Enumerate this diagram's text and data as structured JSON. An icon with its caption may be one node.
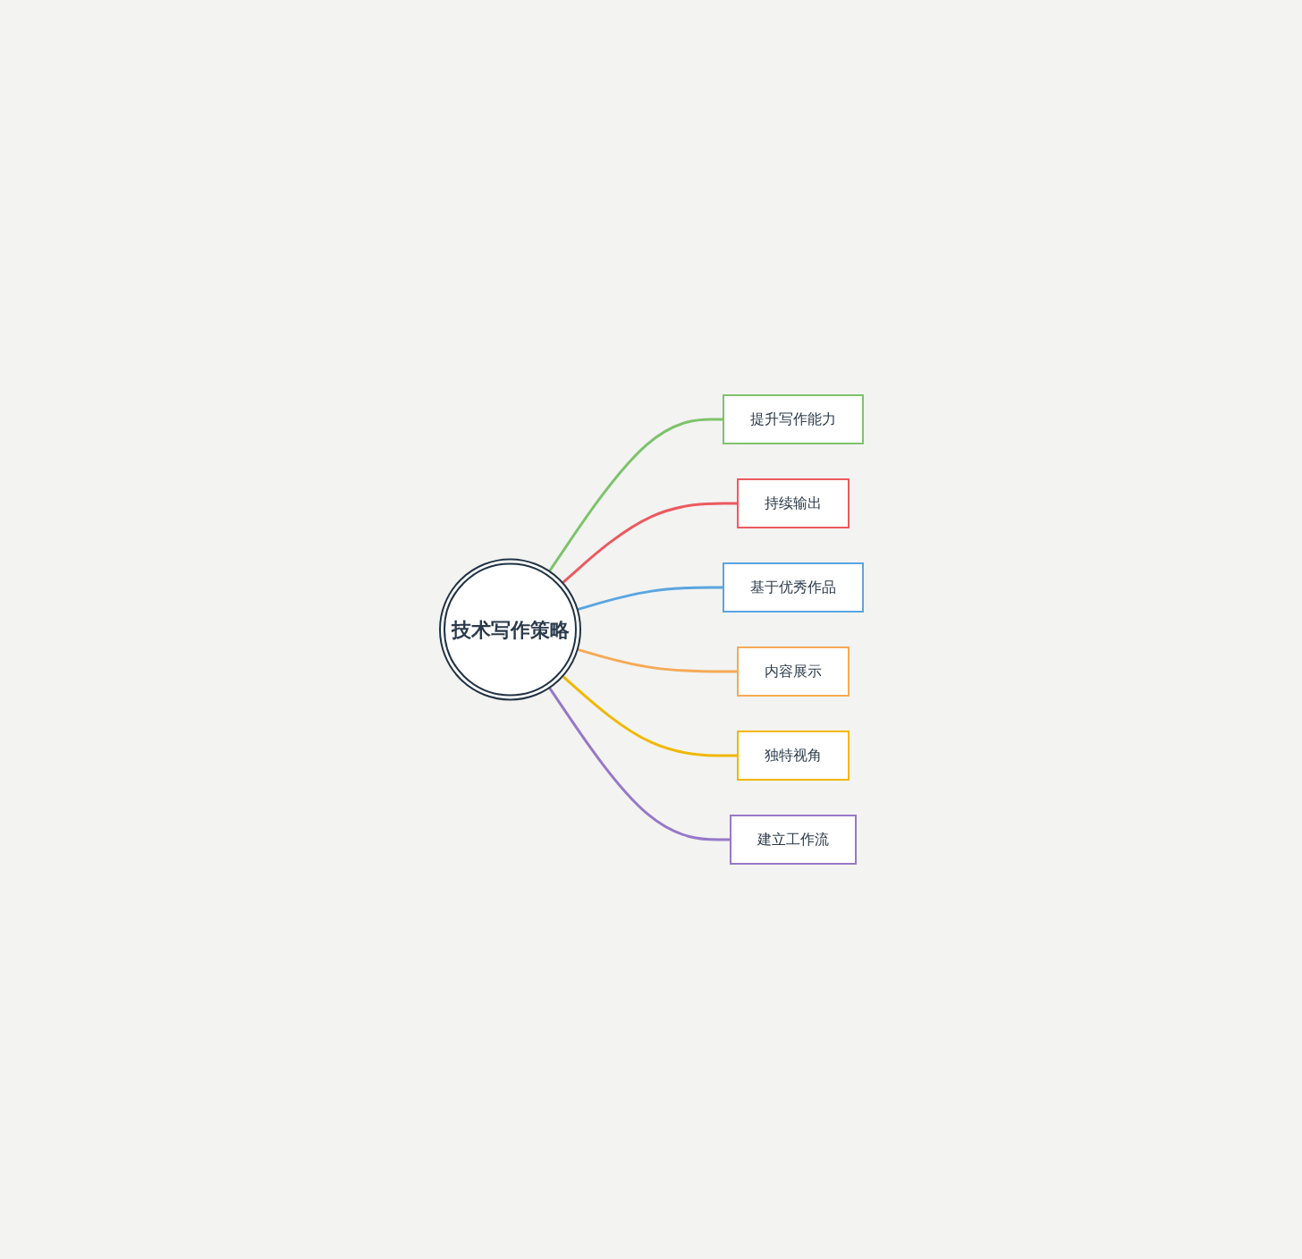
{
  "diagram": {
    "nodes": [
      {
        "text": [
          "技术写作策略"
        ]
      },
      {
        "text": [
          "提升写作能力"
        ]
      },
      {
        "text": [
          "持续输出"
        ]
      },
      {
        "text": [
          "基于优秀作品"
        ]
      },
      {
        "text": [
          "内容展示"
        ]
      },
      {
        "text": [
          "独特视角"
        ]
      },
      {
        "text": [
          "建立工作流"
        ]
      }
    ],
    "edges": [
      {
        "from": 0,
        "to": 1,
        "arrow": "none",
        "color": "#7dc36b"
      },
      {
        "from": 0,
        "to": 2,
        "arrow": "none",
        "color": "#eb5a5f"
      },
      {
        "from": 0,
        "to": 3,
        "arrow": "none",
        "color": "#5aa5e0"
      },
      {
        "from": 0,
        "to": 4,
        "arrow": "none",
        "color": "#f5aa55"
      },
      {
        "from": 0,
        "to": 5,
        "arrow": "none",
        "color": "#f0b800"
      },
      {
        "from": 0,
        "to": 6,
        "arrow": "none",
        "color": "#9678c8"
      }
    ]
  }
}
